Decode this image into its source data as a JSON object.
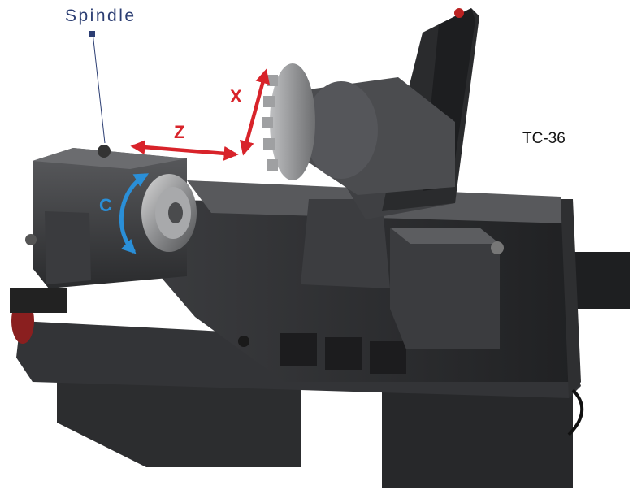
{
  "labels": {
    "spindle": "Spindle",
    "model": "TC-36"
  },
  "axes": {
    "x": "X",
    "z": "Z",
    "c": "C"
  },
  "colors": {
    "label_text": "#2c3e73",
    "linear_axis_arrow": "#d8232a",
    "rotary_axis_arrow": "#2a8fd8",
    "machine_body": "#3a3b3d",
    "machine_dark": "#1c1c1e",
    "machine_face": "#4a4b4e"
  }
}
